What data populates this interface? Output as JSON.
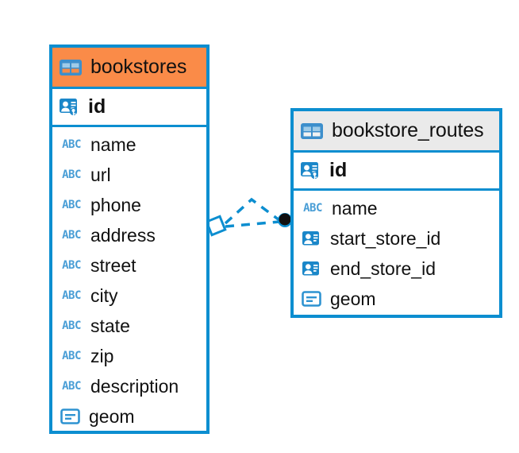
{
  "diagram": {
    "type": "entity-relationship-diagram",
    "background_color": "#ffffff",
    "accent_color": "#0c8ed0",
    "highlight_color": "#fa8b48",
    "header_gray": "#eaeaea"
  },
  "entities": [
    {
      "name": "bookstores",
      "header_style": "accent-orange",
      "table_icon": "table-icon",
      "primary_key": {
        "icon": "primary-key-icon",
        "label": "id"
      },
      "fields": [
        {
          "icon": "abc-icon",
          "icon_text": "ABC",
          "label": "name"
        },
        {
          "icon": "abc-icon",
          "icon_text": "ABC",
          "label": "url"
        },
        {
          "icon": "abc-icon",
          "icon_text": "ABC",
          "label": "phone"
        },
        {
          "icon": "abc-icon",
          "icon_text": "ABC",
          "label": "address"
        },
        {
          "icon": "abc-icon",
          "icon_text": "ABC",
          "label": "street"
        },
        {
          "icon": "abc-icon",
          "icon_text": "ABC",
          "label": "city"
        },
        {
          "icon": "abc-icon",
          "icon_text": "ABC",
          "label": "state"
        },
        {
          "icon": "abc-icon",
          "icon_text": "ABC",
          "label": "zip"
        },
        {
          "icon": "abc-icon",
          "icon_text": "ABC",
          "label": "description"
        },
        {
          "icon": "geometry-icon",
          "icon_text": "",
          "label": "geom"
        }
      ]
    },
    {
      "name": "bookstore_routes",
      "header_style": "accent-gray",
      "table_icon": "table-icon",
      "primary_key": {
        "icon": "primary-key-icon",
        "label": "id"
      },
      "fields": [
        {
          "icon": "abc-icon",
          "icon_text": "ABC",
          "label": "name"
        },
        {
          "icon": "foreign-key-icon",
          "icon_text": "",
          "label": "start_store_id"
        },
        {
          "icon": "foreign-key-icon",
          "icon_text": "",
          "label": "end_store_id"
        },
        {
          "icon": "geometry-icon",
          "icon_text": "",
          "label": "geom"
        }
      ]
    }
  ],
  "relationship": {
    "source_endpoint": "diamond-endpoint",
    "target_endpoint": "filled-circle-endpoint",
    "line_style": "dashed",
    "line_color": "#0c8ed0"
  }
}
